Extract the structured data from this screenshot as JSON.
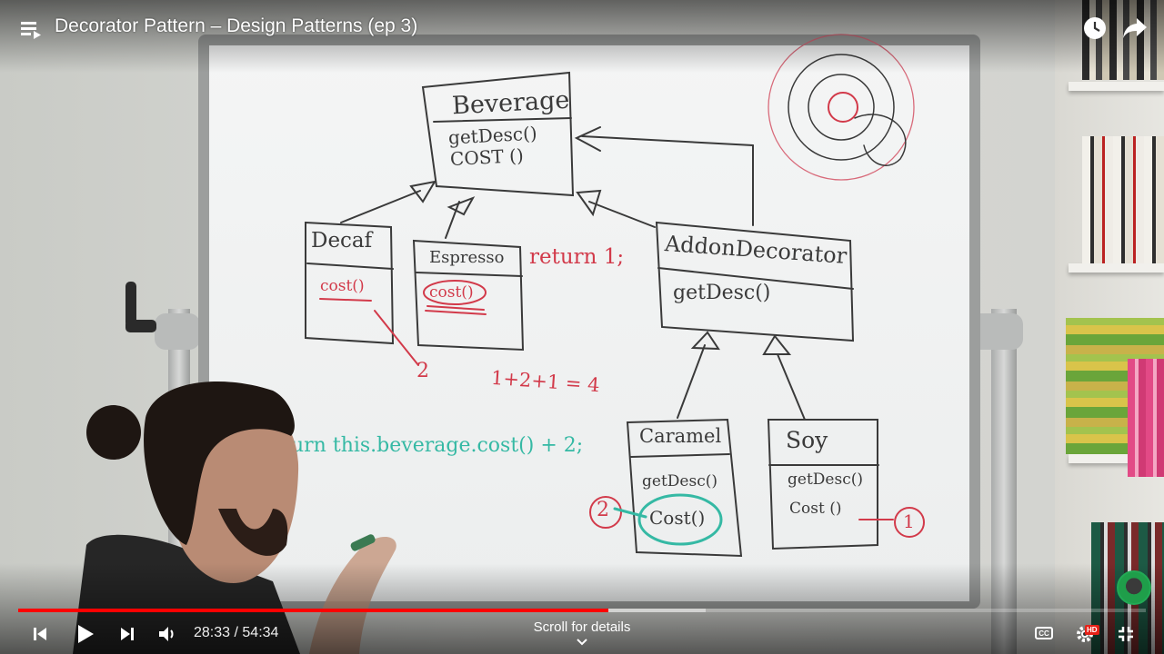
{
  "player": {
    "title": "Decorator Pattern – Design Patterns (ep 3)",
    "current_time": "28:33",
    "separator": "/",
    "duration": "54:34",
    "scroll_hint": "Scroll for details",
    "progress_played_fraction": 0.523,
    "progress_buffered_fraction": 0.61,
    "accent_color": "#ff0000",
    "hd_badge": "HD",
    "cc_label": "CC",
    "icons": {
      "menu": "playlist-icon",
      "watch_later": "clock-icon",
      "share": "share-arrow-icon",
      "prev": "skip-previous-icon",
      "play": "play-icon",
      "next": "skip-next-icon",
      "volume": "volume-icon",
      "settings": "gear-icon",
      "fullscreen_exit": "exit-fullscreen-icon",
      "scroll": "chevron-down-icon"
    }
  },
  "whiteboard": {
    "beverage": {
      "name": "Beverage",
      "methods": [
        "getDesc()",
        "COST ()"
      ]
    },
    "decaf": {
      "name": "Decaf",
      "methods": [
        "cost()"
      ]
    },
    "espresso": {
      "name": "Espresso",
      "methods": [
        "cost()"
      ]
    },
    "addon": {
      "name": "AddonDecorator",
      "methods": [
        "getDesc()"
      ]
    },
    "caramel": {
      "name": "Caramel",
      "methods": [
        "getDesc()",
        "Cost()"
      ]
    },
    "soy": {
      "name": "Soy",
      "methods": [
        "getDesc()",
        "Cost ()"
      ]
    },
    "notes": {
      "return_one": "return 1;",
      "decaf_value": "2",
      "sum": "1+2+1 = 4",
      "return_beverage": "urn this.beverage.cost() + 2;",
      "caramel_value": "2",
      "soy_value": "1"
    },
    "colors": {
      "ink": "#3a3a3a",
      "red": "#d23a4a",
      "teal": "#35b9a4"
    }
  }
}
